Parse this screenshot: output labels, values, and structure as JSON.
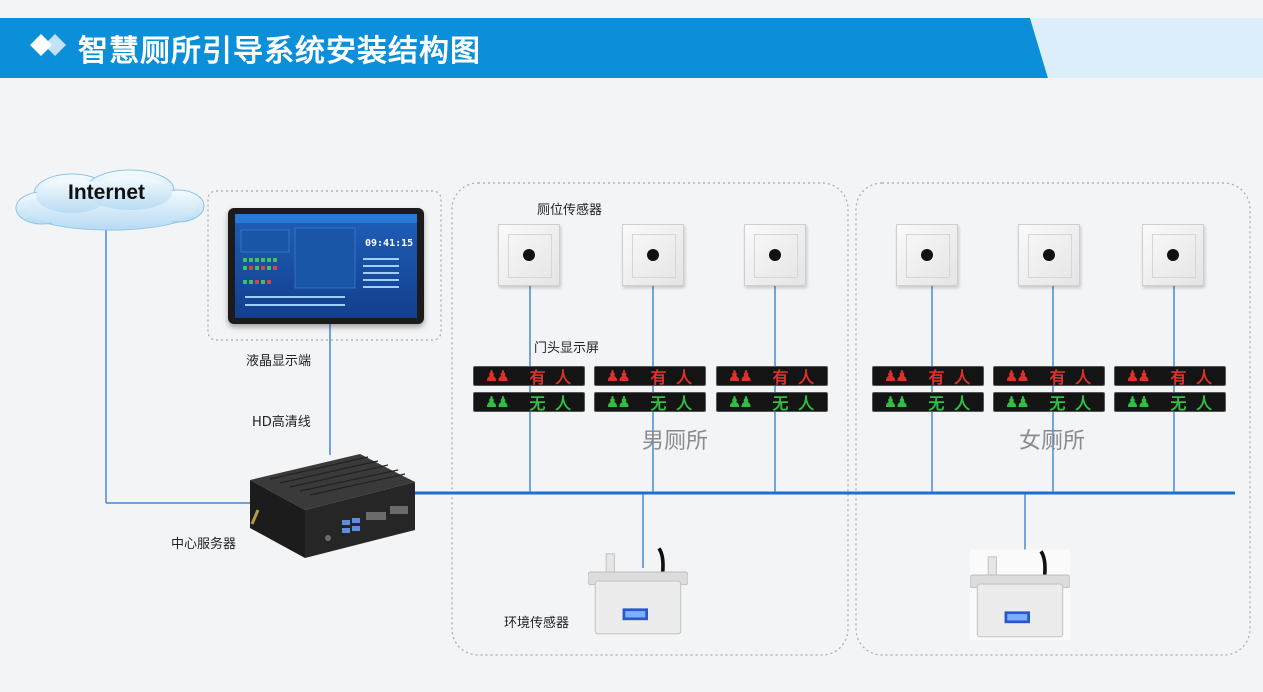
{
  "title": "智慧厕所引导系统安装结构图",
  "internet": "Internet",
  "labels": {
    "lcd": "液晶显示端",
    "hd_cable": "HD高清线",
    "server": "中心服务器",
    "stall_sensor": "厕位传感器",
    "door_display": "门头显示屏",
    "env_sensor": "环境传感器",
    "men_zone": "男厕所",
    "women_zone": "女厕所"
  },
  "tablet": {
    "time": "09:41:15"
  },
  "led": {
    "occupied_text": "有 人",
    "vacant_text": "无 人",
    "occupied_color": "#e0302b",
    "vacant_color": "#2fbf43"
  },
  "colors": {
    "banner": "#0a8fd8",
    "line": "#1f6fd1"
  }
}
